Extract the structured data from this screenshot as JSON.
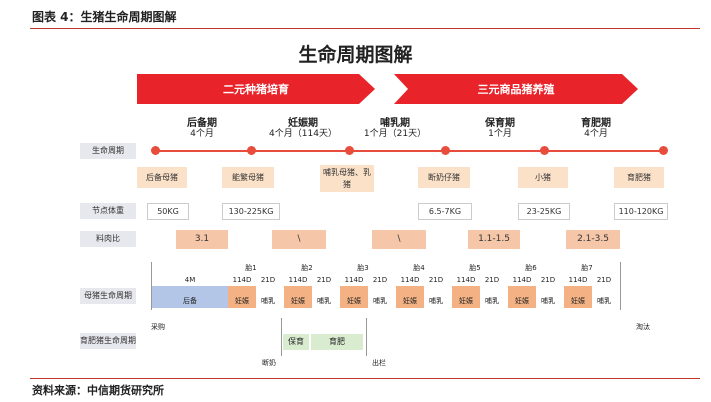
{
  "figure_title": "图表 4：生猪生命周期图解",
  "diagram_title": "生命周期图解",
  "banners": [
    "二元种猪培育",
    "三元商品猪养殖"
  ],
  "stages": [
    {
      "name": "后备期",
      "duration": "4个月"
    },
    {
      "name": "妊娠期",
      "duration": "4个月（114天）"
    },
    {
      "name": "哺乳期",
      "duration": "1个月（21天）"
    },
    {
      "name": "保育期",
      "duration": "1个月"
    },
    {
      "name": "育肥期",
      "duration": "4个月"
    }
  ],
  "row_labels": {
    "life_cycle": "生命周期",
    "node_weight": "节点体重",
    "feed_ratio": "料肉比",
    "sow_cycle": "母猪生命周期",
    "finisher_cycle": "育肥猪生命周期"
  },
  "node_pigs": [
    "后备母猪",
    "能繁母猪",
    "哺乳母猪、乳猪",
    "断奶仔猪",
    "小猪",
    "育肥猪"
  ],
  "weights": [
    "50KG",
    "130-225KG",
    "6.5-7KG",
    "23-25KG",
    "110-120KG"
  ],
  "feed_ratios": [
    "3.1",
    "\\",
    "\\",
    "1.1-1.5",
    "2.1-3.5"
  ],
  "sow_cycle": {
    "first_label": "4M",
    "litters": [
      "胎1",
      "胎2",
      "胎3",
      "胎4",
      "胎5",
      "胎6",
      "胎7"
    ],
    "pregnant_days": "114D",
    "nursing_days": "21D",
    "reserve_label": "后备",
    "pregnant_label": "妊娠",
    "nursing_label": "哺乳",
    "start_label": "采购",
    "end_label": "淘汰"
  },
  "finisher_cycle": {
    "nursery_label": "保育",
    "fattening_label": "育肥",
    "start_label": "断奶",
    "end_label": "出栏"
  },
  "source": "资料来源：中信期货研究所",
  "colors": {
    "accent": "#c0392b",
    "timeline": "#e74c3c",
    "reserve": "#b4c6e7",
    "pregnant": "#f4b183",
    "feed": "#f5c6a8",
    "node": "#fbe1c8",
    "finisher": "#d9ecd0"
  }
}
